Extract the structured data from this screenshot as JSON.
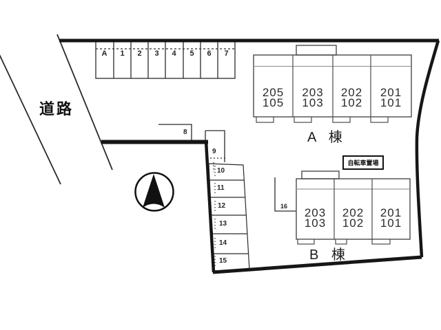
{
  "road": {
    "label": "道路"
  },
  "parking": {
    "row_labels": [
      "A",
      "1",
      "2",
      "3",
      "4",
      "5",
      "6",
      "7"
    ],
    "space8": "8",
    "space9": "9",
    "column_labels": [
      "10",
      "11",
      "12",
      "13",
      "14",
      "15"
    ],
    "space16": "16"
  },
  "buildings": {
    "a": {
      "name": "A 棟",
      "units": [
        {
          "upper": "205",
          "lower": "105"
        },
        {
          "upper": "203",
          "lower": "103"
        },
        {
          "upper": "202",
          "lower": "102"
        },
        {
          "upper": "201",
          "lower": "101"
        }
      ]
    },
    "b": {
      "name": "B 棟",
      "units": [
        {
          "upper": "203",
          "lower": "103"
        },
        {
          "upper": "202",
          "lower": "102"
        },
        {
          "upper": "201",
          "lower": "101"
        }
      ]
    }
  },
  "bicycle_shed": {
    "label": "自転車置場"
  },
  "colors": {
    "boundary_line": "#161616",
    "thin_line": "#2a2a2a",
    "building_line": "#4a4a4a",
    "building_strip": "#9a9a9a",
    "text": "#222222",
    "background": "#ffffff"
  }
}
